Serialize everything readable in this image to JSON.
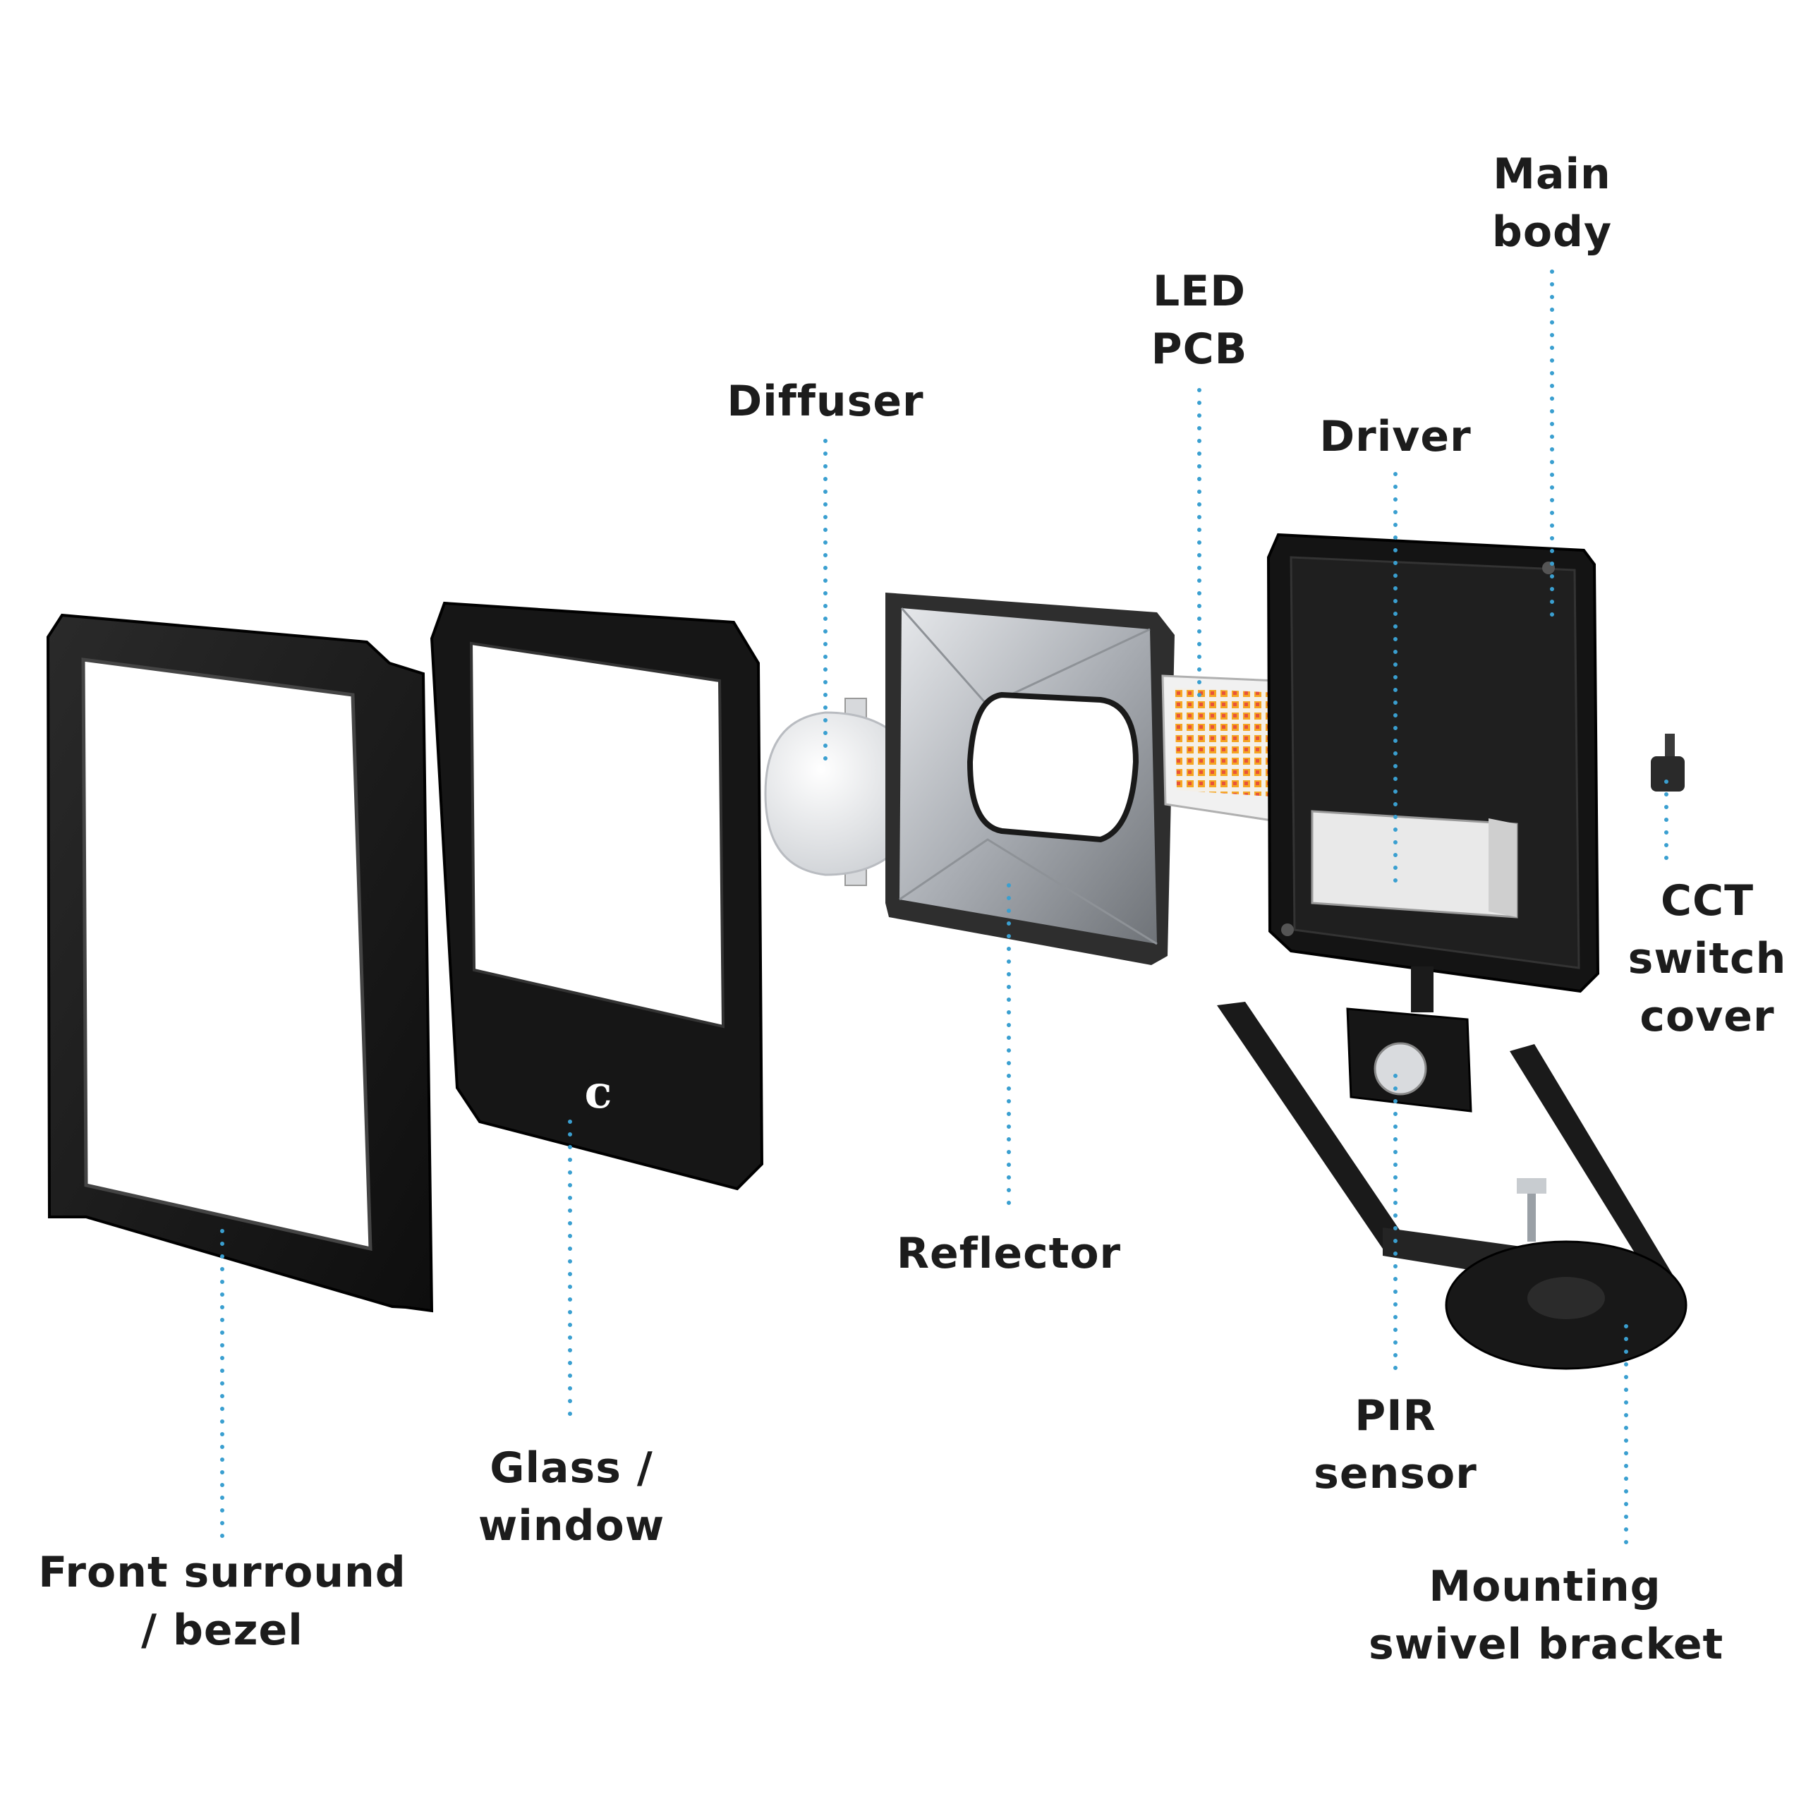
{
  "diagram": {
    "colors": {
      "part_dark": "#151515",
      "part_edge": "#3a3a3a",
      "metal": "#b8bcc2",
      "leader_line": "#3a9fd0",
      "label_text": "#1c1c1c"
    },
    "logo_glyph": "c",
    "labels": {
      "front_surround": {
        "line1": "Front surround",
        "line2": "/ bezel"
      },
      "glass_window": {
        "line1": "Glass /",
        "line2": "window"
      },
      "diffuser": {
        "line1": "Diffuser"
      },
      "reflector": {
        "line1": "Reflector"
      },
      "led_pcb": {
        "line1": "LED",
        "line2": "PCB"
      },
      "driver": {
        "line1": "Driver"
      },
      "main_body": {
        "line1": "Main",
        "line2": "body"
      },
      "cct_switch_cover": {
        "line1": "CCT",
        "line2": "switch",
        "line3": "cover"
      },
      "pir_sensor": {
        "line1": "PIR",
        "line2": "sensor"
      },
      "mounting_bracket": {
        "line1": "Mounting",
        "line2": "swivel bracket"
      }
    }
  }
}
